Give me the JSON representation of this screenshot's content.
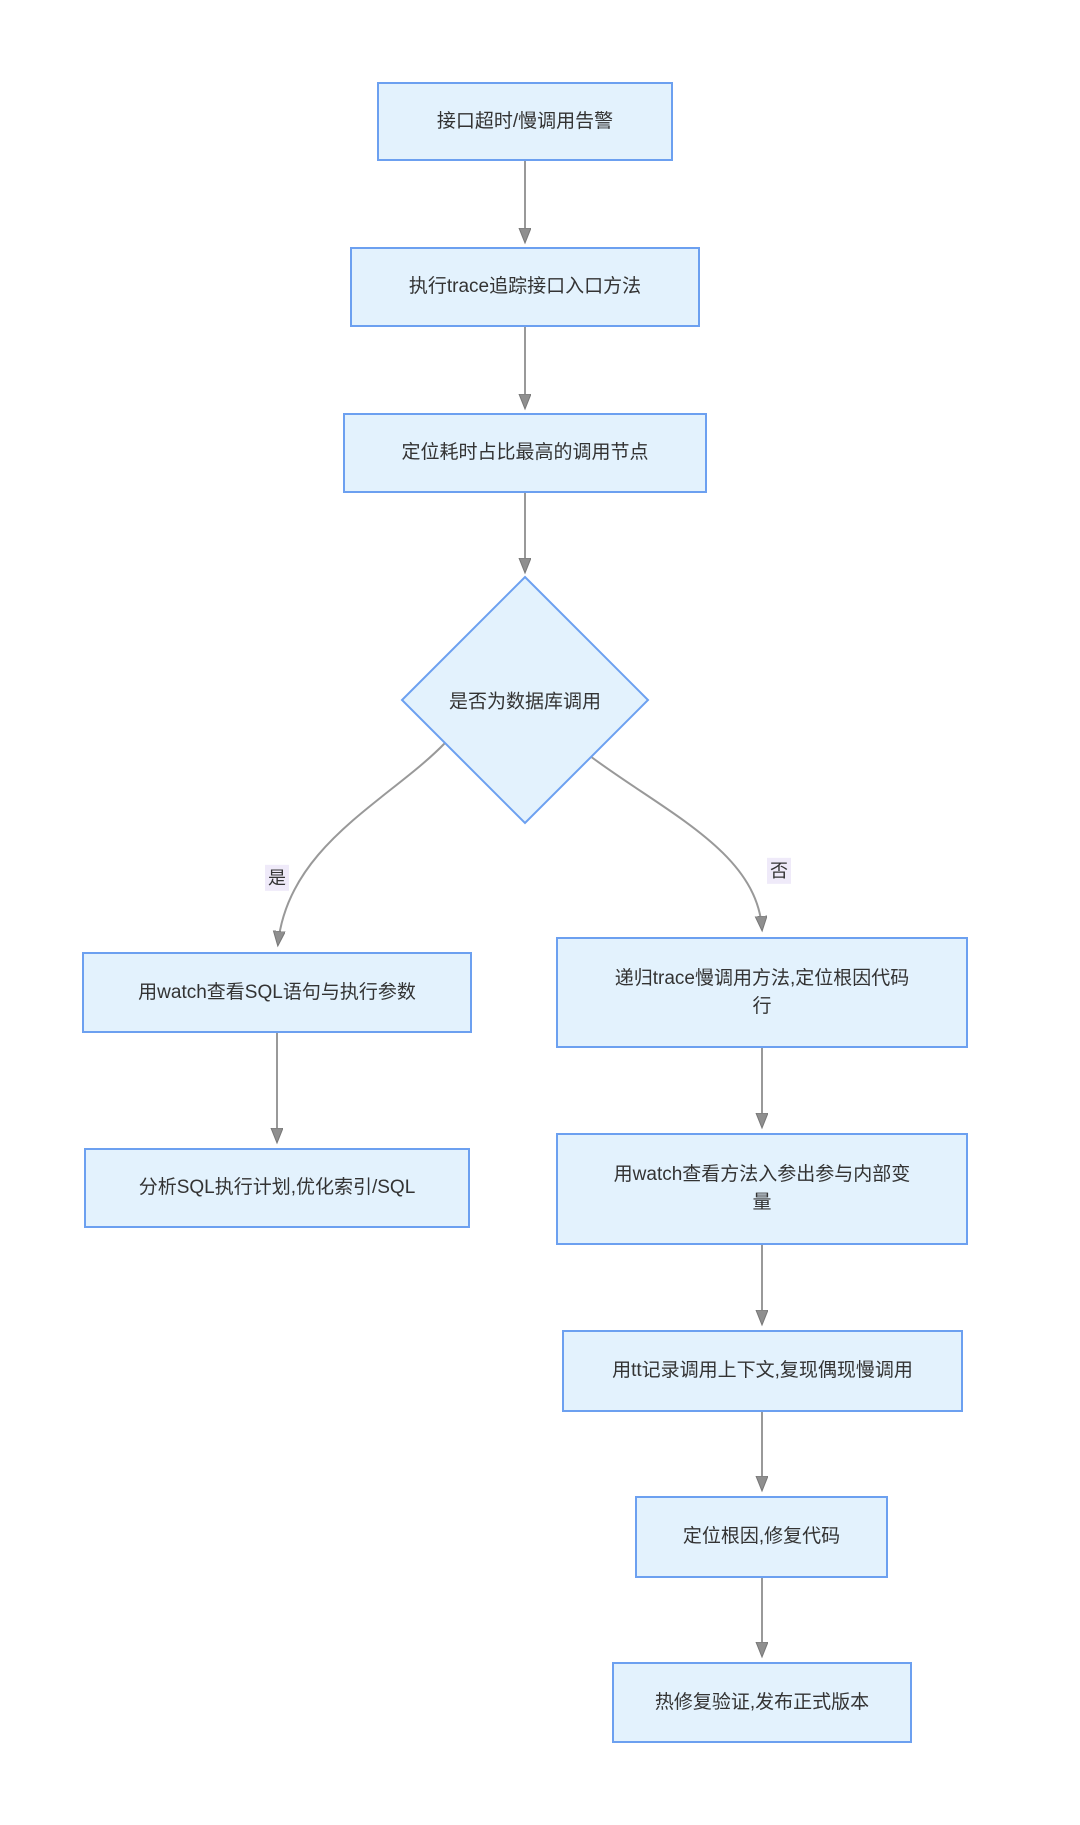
{
  "diagram": {
    "type": "flowchart",
    "direction": "top-down",
    "nodes": {
      "alert": {
        "shape": "rect",
        "label": "接口超时/慢调用告警"
      },
      "trace_entry": {
        "shape": "rect",
        "label": "执行trace追踪接口入口方法"
      },
      "locate_hotspot": {
        "shape": "rect",
        "label": "定位耗时占比最高的调用节点"
      },
      "is_db_call": {
        "shape": "diamond",
        "label": "是否为数据库调用"
      },
      "watch_sql": {
        "shape": "rect",
        "label": "用watch查看SQL语句与执行参数"
      },
      "analyze_sql": {
        "shape": "rect",
        "label": "分析SQL执行计划,优化索引/SQL"
      },
      "recursive_trace": {
        "shape": "rect",
        "label": "递归trace慢调用方法,定位根因代码行",
        "lines": [
          "递归trace慢调用方法,定位根因代码",
          "行"
        ]
      },
      "watch_params": {
        "shape": "rect",
        "label": "用watch查看方法入参出参与内部变量",
        "lines": [
          "用watch查看方法入参出参与内部变",
          "量"
        ]
      },
      "tt_record": {
        "shape": "rect",
        "label": "用tt记录调用上下文,复现偶现慢调用"
      },
      "fix_root_cause": {
        "shape": "rect",
        "label": "定位根因,修复代码"
      },
      "hotfix_release": {
        "shape": "rect",
        "label": "热修复验证,发布正式版本"
      }
    },
    "edge_labels": {
      "yes": "是",
      "no": "否"
    },
    "edges": [
      {
        "from": "alert",
        "to": "trace_entry"
      },
      {
        "from": "trace_entry",
        "to": "locate_hotspot"
      },
      {
        "from": "locate_hotspot",
        "to": "is_db_call"
      },
      {
        "from": "is_db_call",
        "to": "watch_sql",
        "label": "是"
      },
      {
        "from": "is_db_call",
        "to": "recursive_trace",
        "label": "否"
      },
      {
        "from": "watch_sql",
        "to": "analyze_sql"
      },
      {
        "from": "recursive_trace",
        "to": "watch_params"
      },
      {
        "from": "watch_params",
        "to": "tt_record"
      },
      {
        "from": "tt_record",
        "to": "fix_root_cause"
      },
      {
        "from": "fix_root_cause",
        "to": "hotfix_release"
      }
    ],
    "colors": {
      "node_fill": "#E3F2FD",
      "node_stroke": "#6CA0F0",
      "edge_line": "#999999",
      "arrowhead_fill": "#8F8F8F",
      "edge_label_bg": "#EFEAF9",
      "text": "#333333",
      "background": "#FFFFFF"
    }
  }
}
